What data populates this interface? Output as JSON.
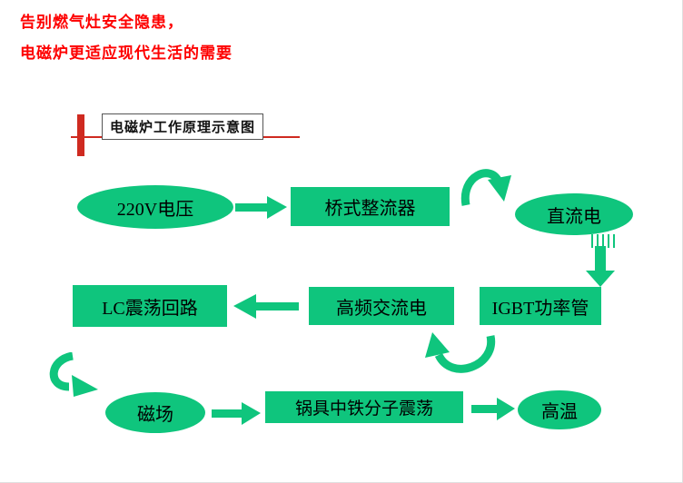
{
  "colors": {
    "accent_green": "#0fc57d",
    "header_red": "#fe0000",
    "title_red": "#cf2a20"
  },
  "header": {
    "line1": "告别燃气灶安全隐患，",
    "line2": "电磁炉更适应现代生活的需要"
  },
  "diagram": {
    "title": "电磁炉工作原理示意图",
    "nodes": {
      "voltage": {
        "label": "220V电压",
        "shape": "ellipse"
      },
      "rectifier": {
        "label": "桥式整流器",
        "shape": "rect"
      },
      "dc": {
        "label": "直流电",
        "shape": "ellipse"
      },
      "igbt": {
        "label": "IGBT功率管",
        "shape": "rect"
      },
      "hf_ac": {
        "label": "高频交流电",
        "shape": "rect"
      },
      "lc_loop": {
        "label": "LC震荡回路",
        "shape": "rect"
      },
      "magnetic_field": {
        "label": "磁场",
        "shape": "ellipse"
      },
      "pot_vibration": {
        "label": "锅具中铁分子震荡",
        "shape": "rect"
      },
      "high_temp": {
        "label": "高温",
        "shape": "ellipse"
      }
    },
    "flow_order": [
      "voltage",
      "rectifier",
      "dc",
      "igbt",
      "hf_ac",
      "lc_loop",
      "magnetic_field",
      "pot_vibration",
      "high_temp"
    ]
  }
}
